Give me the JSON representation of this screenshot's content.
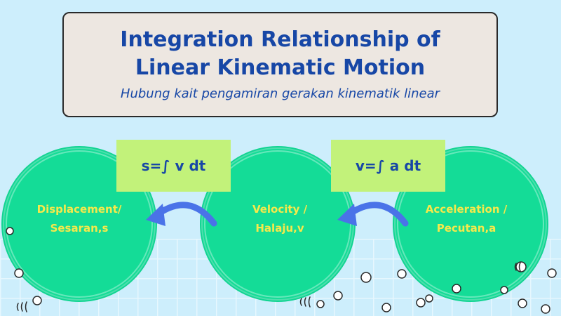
{
  "title_line1": "Integration Relationship of",
  "title_line2": "Linear Kinematic Motion",
  "subtitle": "Hubung kait pengamiran gerakan kinematik linear",
  "nodes": {
    "displacement": {
      "line1": "Displacement/",
      "line2": "Sesaran,s"
    },
    "velocity": {
      "line1": "Velocity /",
      "line2": "Halaju,v"
    },
    "acceleration": {
      "line1": "Acceleration /",
      "line2": "Pecutan,a"
    }
  },
  "formulas": {
    "velocity_to_displacement": "s=∫ v dt",
    "acceleration_to_velocity": "v=∫ a dt"
  },
  "colors": {
    "background": "#cdeefc",
    "circle": "#14dc97",
    "formula_box": "#c2f27a",
    "title_text": "#1747a6",
    "node_text": "#f7e94a",
    "arrow": "#4a73e8"
  }
}
